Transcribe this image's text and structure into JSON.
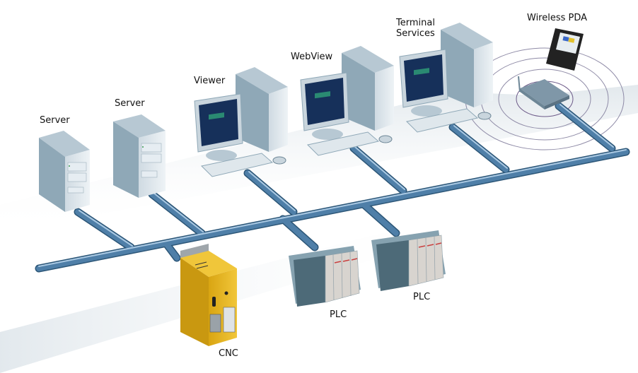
{
  "diagram": {
    "title": "Industrial network architecture",
    "nodes": [
      {
        "id": "server-1",
        "label": "Server",
        "kind": "server"
      },
      {
        "id": "server-2",
        "label": "Server",
        "kind": "server"
      },
      {
        "id": "viewer",
        "label": "Viewer",
        "kind": "workstation"
      },
      {
        "id": "webview",
        "label": "WebView",
        "kind": "workstation"
      },
      {
        "id": "terminal-services",
        "label_line1": "Terminal",
        "label_line2": "Services",
        "kind": "workstation"
      },
      {
        "id": "wireless-pda",
        "label": "Wireless PDA",
        "kind": "pda"
      },
      {
        "id": "cnc",
        "label": "CNC",
        "kind": "cnc"
      },
      {
        "id": "plc-1",
        "label": "PLC",
        "kind": "plc"
      },
      {
        "id": "plc-2",
        "label": "PLC",
        "kind": "plc"
      }
    ],
    "colors": {
      "cable": "#4f7fa8",
      "cable_highlight": "#a9c8e2",
      "cable_dark": "#2c5677",
      "server_front": "#dde6ec",
      "server_side": "#8fa8b7",
      "cnc_yellow": "#e6b415",
      "plc_body": "#6f8c9a",
      "floor_shadow": "#e3e9ee",
      "screen_bg": "#16305a",
      "signal_ring": "#8e8aa6"
    }
  }
}
